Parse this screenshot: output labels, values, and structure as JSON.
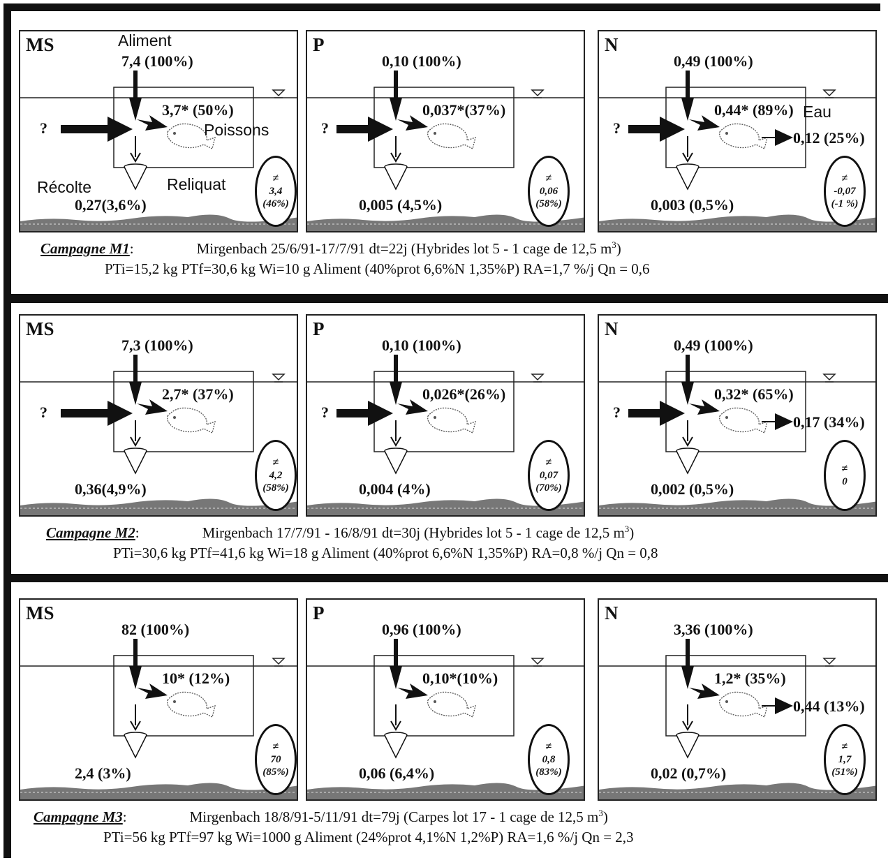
{
  "campaigns": [
    {
      "name": "Campagne M1",
      "line1": "Mirgenbach 25/6/91-17/7/91 dt=22j  (Hybrides lot 5 - 1 cage de 12,5 m",
      "line1_sup": "3",
      "line1_end": ")",
      "line2": "PTi=15,2 kg  PTf=30,6 kg Wi=10 g   Aliment (40%prot  6,6%N  1,35%P)   RA=1,7 %/j  Qn = 0,6",
      "panels": [
        {
          "title": "MS",
          "input": "7,4 (100%)",
          "has_side": true,
          "side": "?",
          "fish": "3,7* (50%)",
          "harvest": "0,27(3,6%)",
          "water": "",
          "ell_sym": "≠",
          "ell_val": "3,4",
          "ell_pct": "(46%)",
          "labels": {
            "feed": "Aliment",
            "fish": "Poissons",
            "harvest": "Récolte",
            "rest": "Reliquat"
          }
        },
        {
          "title": "P",
          "input": "0,10 (100%)",
          "has_side": true,
          "side": "?",
          "fish": "0,037*(37%)",
          "harvest": "0,005  (4,5%)",
          "water": "",
          "ell_sym": "≠",
          "ell_val": "0,06",
          "ell_pct": "(58%)"
        },
        {
          "title": "N",
          "input": "0,49 (100%)",
          "has_side": true,
          "side": "?",
          "fish": "0,44* (89%)",
          "harvest": "0,003  (0,5%)",
          "water": "0,12 (25%)",
          "water_label": "Eau",
          "ell_sym": "≠",
          "ell_val": "-0,07",
          "ell_pct": "(-1 %)"
        }
      ]
    },
    {
      "name": "Campagne M2",
      "line1": "Mirgenbach 17/7/91 - 16/8/91 dt=30j   (Hybrides lot 5 - 1 cage de 12,5 m",
      "line1_sup": "3",
      "line1_end": ")",
      "line2": "PTi=30,6 kg  PTf=41,6 kg Wi=18 g   Aliment (40%prot  6,6%N  1,35%P)   RA=0,8 %/j  Qn = 0,8",
      "panels": [
        {
          "title": "MS",
          "input": "7,3 (100%)",
          "has_side": true,
          "side": "?",
          "fish": "2,7* (37%)",
          "harvest": "0,36(4,9%)",
          "water": "",
          "ell_sym": "≠",
          "ell_val": "4,2",
          "ell_pct": "(58%)"
        },
        {
          "title": "P",
          "input": "0,10 (100%)",
          "has_side": true,
          "side": "?",
          "fish": "0,026*(26%)",
          "harvest": "0,004  (4%)",
          "water": "",
          "ell_sym": "≠",
          "ell_val": "0,07",
          "ell_pct": "(70%)"
        },
        {
          "title": "N",
          "input": "0,49 (100%)",
          "has_side": true,
          "side": "?",
          "fish": "0,32* (65%)",
          "harvest": "0,002  (0,5%)",
          "water": "0,17 (34%)",
          "ell_sym": "≠",
          "ell_val": "0",
          "ell_pct": ""
        }
      ]
    },
    {
      "name": "Campagne M3",
      "line1": "Mirgenbach 18/8/91-5/11/91 dt=79j  (Carpes lot 17 - 1 cage de 12,5 m",
      "line1_sup": "3",
      "line1_end": ")",
      "line2": "PTi=56 kg  PTf=97 kg Wi=1000 g  Aliment  (24%prot  4,1%N 1,2%P)  RA=1,6 %/j  Qn = 2,3",
      "panels": [
        {
          "title": "MS",
          "input": "82 (100%)",
          "has_side": false,
          "side": "",
          "fish": "10* (12%)",
          "harvest": "2,4 (3%)",
          "water": "",
          "ell_sym": "≠",
          "ell_val": "70",
          "ell_pct": "(85%)"
        },
        {
          "title": "P",
          "input": "0,96 (100%)",
          "has_side": false,
          "side": "",
          "fish": "0,10*(10%)",
          "harvest": "0,06 (6,4%)",
          "water": "",
          "ell_sym": "≠",
          "ell_val": "0,8",
          "ell_pct": "(83%)"
        },
        {
          "title": "N",
          "input": "3,36 (100%)",
          "has_side": false,
          "side": "",
          "fish": "1,2* (35%)",
          "harvest": "0,02 (0,7%)",
          "water": "0,44 (13%)",
          "ell_sym": "≠",
          "ell_val": "1,7",
          "ell_pct": "(51%)"
        }
      ]
    }
  ]
}
